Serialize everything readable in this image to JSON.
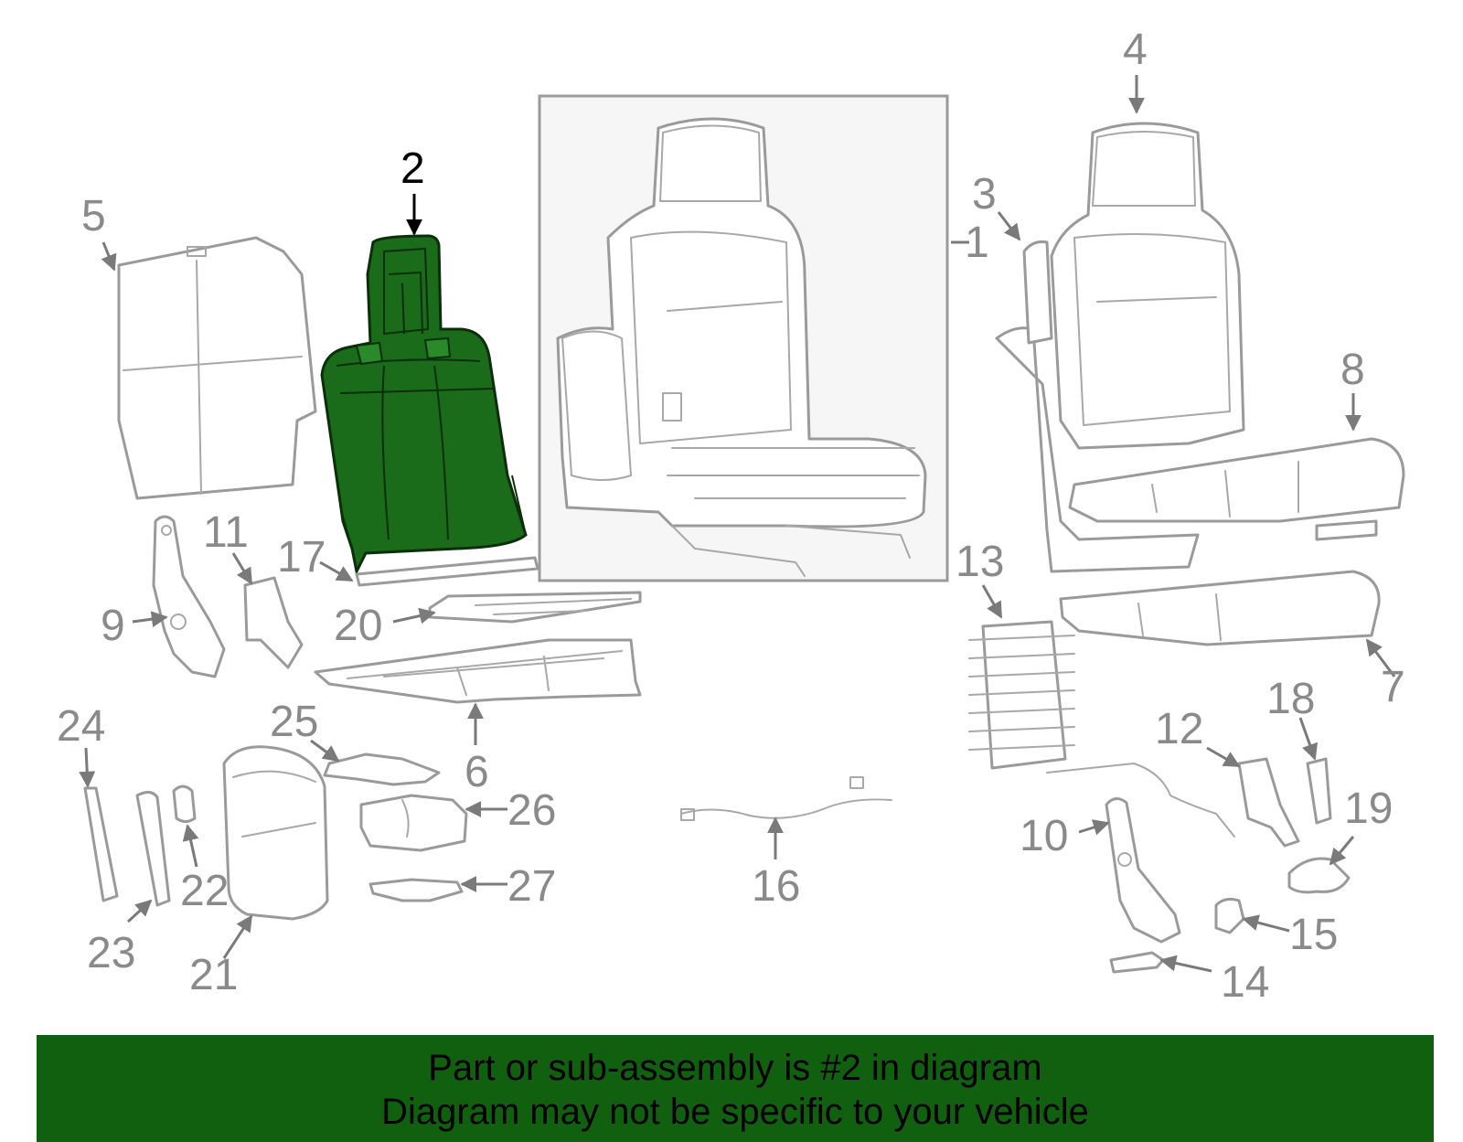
{
  "diagram": {
    "callouts": [
      "1",
      "2",
      "3",
      "4",
      "5",
      "6",
      "7",
      "8",
      "9",
      "10",
      "11",
      "12",
      "13",
      "14",
      "15",
      "16",
      "17",
      "18",
      "19",
      "20",
      "21",
      "22",
      "23",
      "24",
      "25",
      "26",
      "27"
    ],
    "highlighted_part": "2",
    "highlight_color": "#1a6b1a",
    "outline_color": "#9a9a9a"
  },
  "banner": {
    "line1": "Part or sub-assembly is #2 in diagram",
    "line2": "Diagram may not be specific to your vehicle",
    "background": "#106010"
  }
}
